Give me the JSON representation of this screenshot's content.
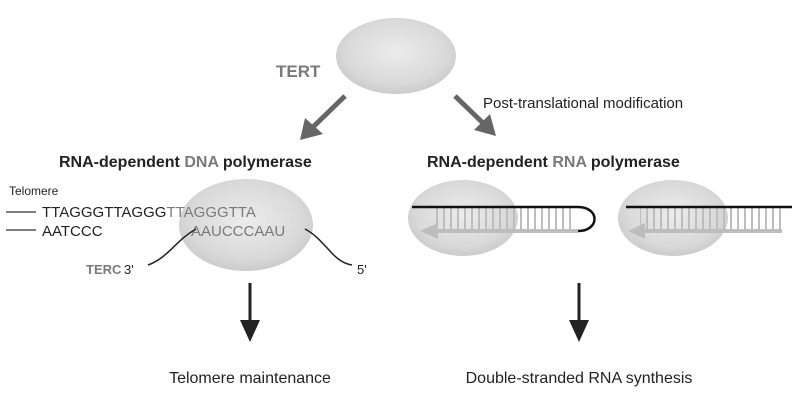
{
  "diagram": {
    "enzyme": "TERT",
    "right_arrow_label": "Post-translational modification",
    "left_branch": {
      "title_prefix": "RNA-dependent ",
      "title_highlight": "DNA",
      "title_suffix": " polymerase",
      "telomere_label": "Telomere",
      "dna_top_black": "TTAGGGTTAGGG",
      "dna_top_gray": "TTAGGGTTA",
      "dna_bottom": "AATCCC",
      "rna_template": "AAUCCCAAU",
      "terc_label": "TERC",
      "end_3": "3'",
      "end_5": "5'",
      "outcome": "Telomere maintenance"
    },
    "right_branch": {
      "title_prefix": "RNA-dependent ",
      "title_highlight": "RNA",
      "title_suffix": " polymerase",
      "outcome": "Double-stranded RNA synthesis"
    },
    "colors": {
      "dark_text": "#222222",
      "gray_text": "#7a7a7a",
      "arrow_gray": "#666666",
      "blob_fill": "#d8d8d8",
      "strand_light": "#bdbdbd",
      "strand_dark": "#111111"
    }
  }
}
